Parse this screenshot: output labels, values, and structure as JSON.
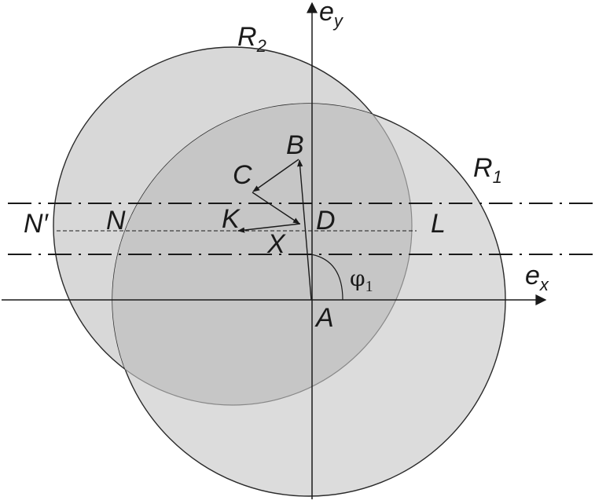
{
  "labels": {
    "ey_base": "e",
    "ey_sub": "y",
    "ex_base": "e",
    "ex_sub": "x",
    "R2_base": "R",
    "R2_sub": "2",
    "R1_base": "R",
    "R1_sub": "1",
    "B": "B",
    "C": "C",
    "D": "D",
    "K": "K",
    "X": "X",
    "N_prime": "N′",
    "N": "N",
    "L": "L",
    "A": "A",
    "phi_base": "φ",
    "phi_sub": "1"
  },
  "colors": {
    "circle_fill": "#d6d6d6",
    "circle_stroke": "#2a2a2a",
    "overlap_fill": "#c3c3c3",
    "ink": "#1a1a1a"
  }
}
